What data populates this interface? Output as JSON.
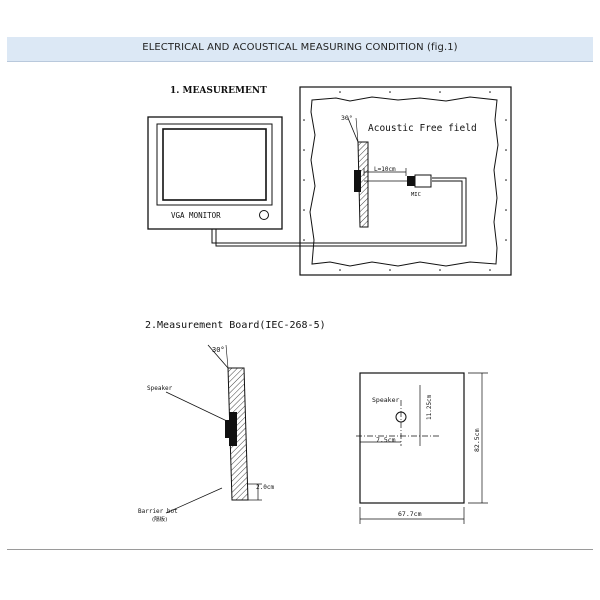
{
  "header": {
    "title": "ELECTRICAL AND ACOUSTICAL MEASURING CONDITION  (fig.1)"
  },
  "section1": {
    "title": "1.  MEASUREMENT",
    "monitor_label": "VGA   MONITOR",
    "field_label": "Acoustic Free field",
    "angle_label": "30°",
    "distance_label": "L=10cm",
    "mic_label": "MIC"
  },
  "section2": {
    "title": "2.Measurement  Board(IEC-268-5)",
    "angle_label": "30°",
    "speaker_label_side": "Speaker",
    "thickness_label": "2.0cm",
    "barrier_label": "Barrier bot",
    "barrier_sub": "(隔板)",
    "speaker_label_front": "Speaker",
    "dim_top": "11.25cm",
    "dim_left": "7.5cm",
    "dim_height": "82.5cm",
    "dim_width": "67.7cm"
  },
  "colors": {
    "header_bg": "#dce8f5",
    "line": "#111111"
  }
}
